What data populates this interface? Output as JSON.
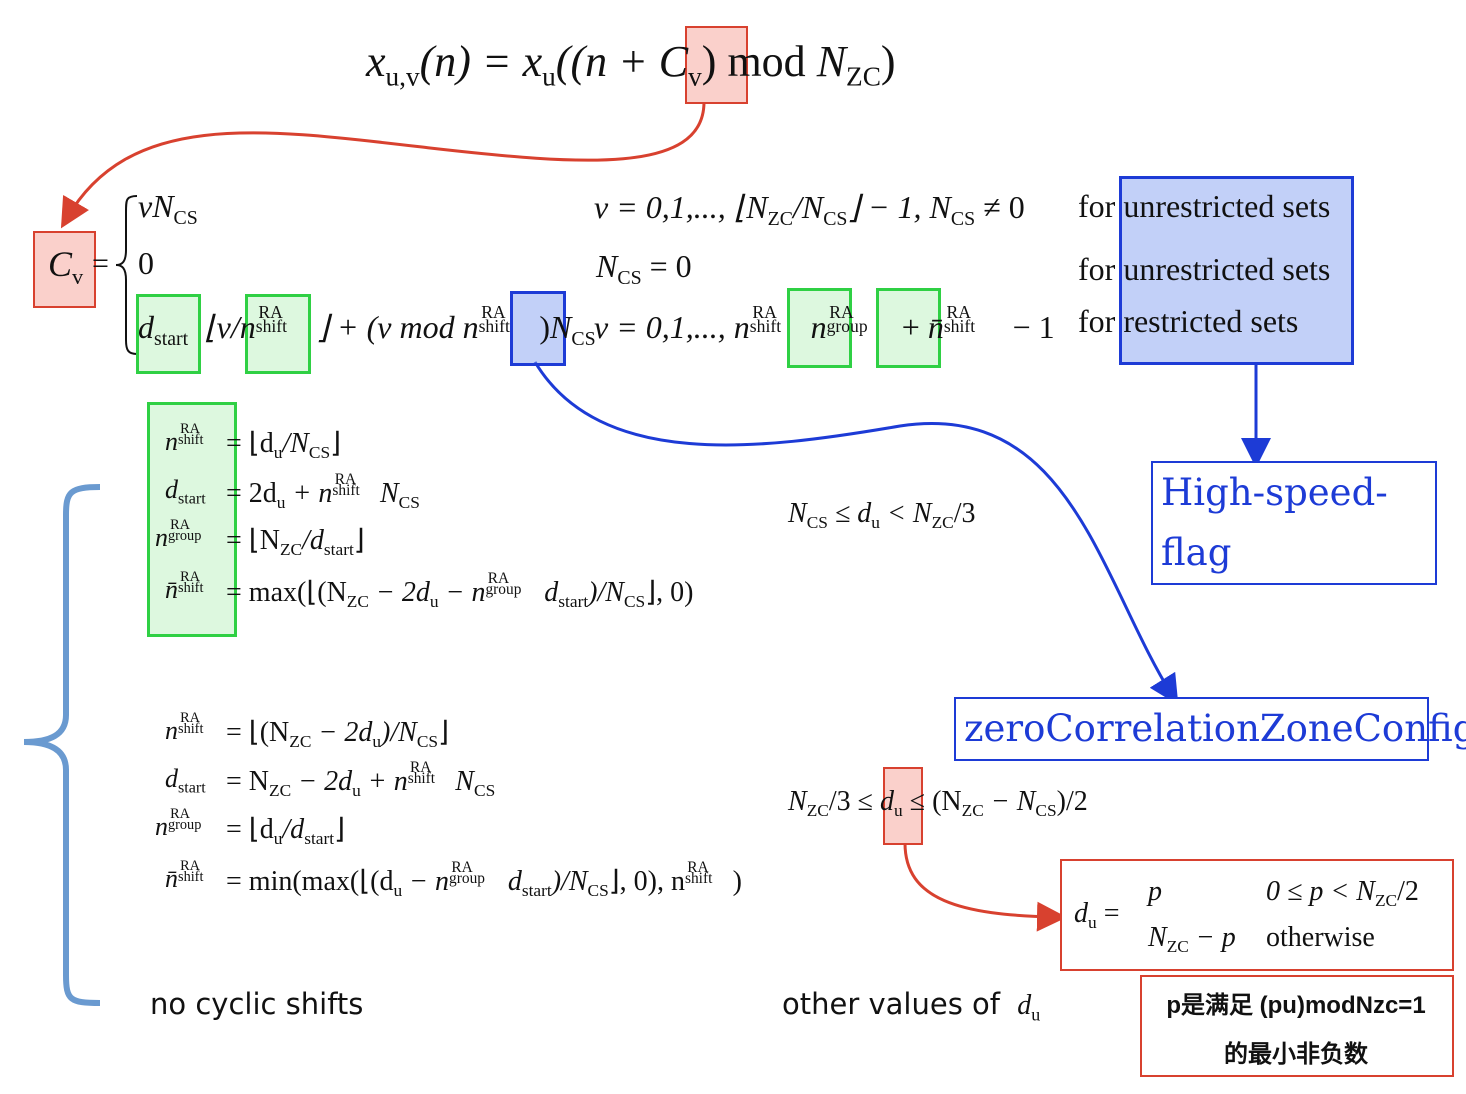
{
  "top_formula": {
    "lhs_x": "x",
    "lhs_sub": "u,v",
    "lhs_arg": "(n) = ",
    "rhs_x": "x",
    "rhs_sub": "u",
    "rhs_open": "((n + ",
    "cv": "C",
    "cv_sub": "v",
    "rhs_close_a": ") mod ",
    "n": "N",
    "zc": "ZC",
    "rhs_close_b": ")"
  },
  "cv_label": {
    "c": "C",
    "v": "v",
    "eq": "="
  },
  "cases": {
    "row1_expr": "vN",
    "row1_sub": "CS",
    "row1_cond": "v = 0,1,..., ⌊N",
    "row1_cond_zc": "ZC",
    "row1_cond_mid": "/N",
    "row1_cond_cs": "CS",
    "row1_cond_end": "⌋ − 1, N",
    "row1_cond_cs2": "CS",
    "row1_cond_ne": " ≠ 0",
    "row2_expr": "0",
    "row2_cond": "N",
    "row2_cond_sub": "CS",
    "row2_cond_end": " = 0",
    "row3_d": "d",
    "row3_start": "start",
    "row3_floor": "⌊v/",
    "row3_n": "n",
    "ra": "RA",
    "shift": "shift",
    "row3_mid": "⌋ + (v mod n",
    "row3_close": ")",
    "row3_ncs": "N",
    "row3_cs": "CS",
    "row3_cond": "v = 0,1,..., n",
    "group": "group",
    "row3_cond_plus": " + ",
    "nbar": "n̄",
    "row3_cond_end": " − 1",
    "for1": "for unrestricted sets",
    "for2": "for unrestricted sets",
    "for3": "for restricted sets",
    "for_word": "for",
    "for1_rest": "unrestricted sets",
    "for2_rest": "unrestricted sets",
    "for3_rest": "restricted sets"
  },
  "labels": {
    "high_speed": "High-speed-flag",
    "zcz": "zeroCorrelationZoneConfig"
  },
  "block1": {
    "l1": "= ⌊d",
    "l1b": "/N",
    "l1c": "⌋",
    "l2": "= 2d",
    "l2b": " + n",
    "l2c": "N",
    "l3": "= ⌊N",
    "l3b": "/d",
    "l3c": "⌋",
    "l4": "= max(⌊(N",
    "l4b": " − 2d",
    "l4c": " − n",
    "l4d": "d",
    "l4e": ")/N",
    "l4f": "⌋, 0)",
    "condition_a": "N",
    "condition_b": " ≤ d",
    "condition_c": " < N",
    "condition_d": "/3"
  },
  "block2": {
    "l1": "= ⌊(N",
    "l1b": " − 2d",
    "l1c": ")/N",
    "l1d": "⌋",
    "l2": "= N",
    "l2b": " − 2d",
    "l2c": " + n",
    "l2d": "N",
    "l3": "= ⌊d",
    "l3b": "/d",
    "l3c": "⌋",
    "l4": "= min(max(⌊(d",
    "l4b": " − n",
    "l4c": "d",
    "l4d": ")/N",
    "l4e": "⌋, 0), n",
    "l4f": ")",
    "cond_a": "N",
    "cond_b": "/3 ≤ ",
    "cond_du": "d",
    "cond_c": " ≤ (N",
    "cond_d": " − N",
    "cond_e": ")/2"
  },
  "bottom": {
    "no_cyclic": "no cyclic shifts",
    "other": "other values of",
    "du": "d",
    "u": "u"
  },
  "du_def": {
    "d": "d",
    "u": "u",
    "eq": "=",
    "p": "p",
    "cond1": "0 ≤ p < N",
    "cond1_zc": "ZC",
    "cond1_end": "/2",
    "expr2": "N",
    "expr2_zc": "ZC",
    "expr2_end": " − p",
    "cond2": "otherwise"
  },
  "note": {
    "line1": "p是满足 (pu)modNzc=1",
    "line2": "的最小非负数"
  },
  "colors": {
    "red": "#d8412f",
    "green": "#2fd044",
    "blue": "#1d3bd6",
    "brace": "#6a9ad0"
  }
}
